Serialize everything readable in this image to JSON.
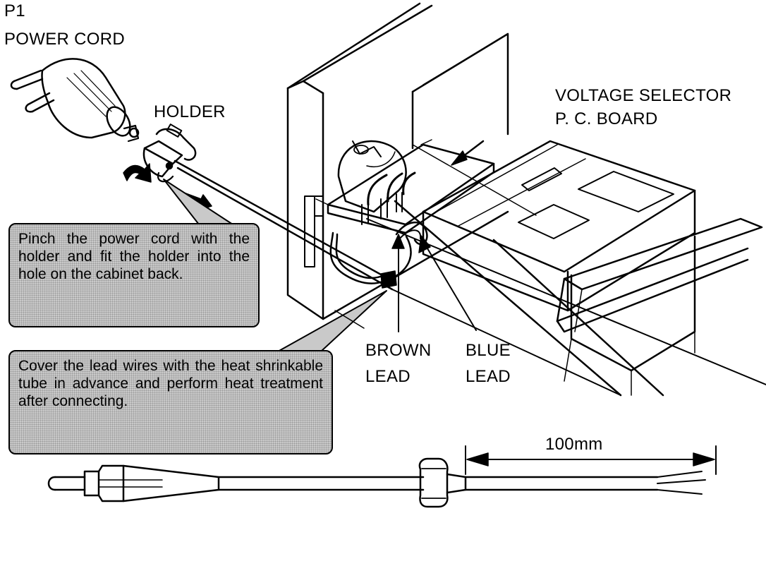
{
  "labels": {
    "p1": "P1",
    "power_cord": "POWER CORD",
    "holder": "HOLDER",
    "voltage_selector_1": "VOLTAGE SELECTOR",
    "voltage_selector_2": "P. C. BOARD",
    "brown_lead_1": "BROWN",
    "brown_lead_2": "LEAD",
    "blue_lead_1": "BLUE",
    "blue_lead_2": "LEAD",
    "dimension": "100mm"
  },
  "callouts": {
    "holder_note": "Pinch the power cord with the holder and fit the holder into the hole on the cabinet back.",
    "tube_note": "Cover the lead wires with the heat shrinkable tube in advance and perform heat treatment after connecting."
  }
}
